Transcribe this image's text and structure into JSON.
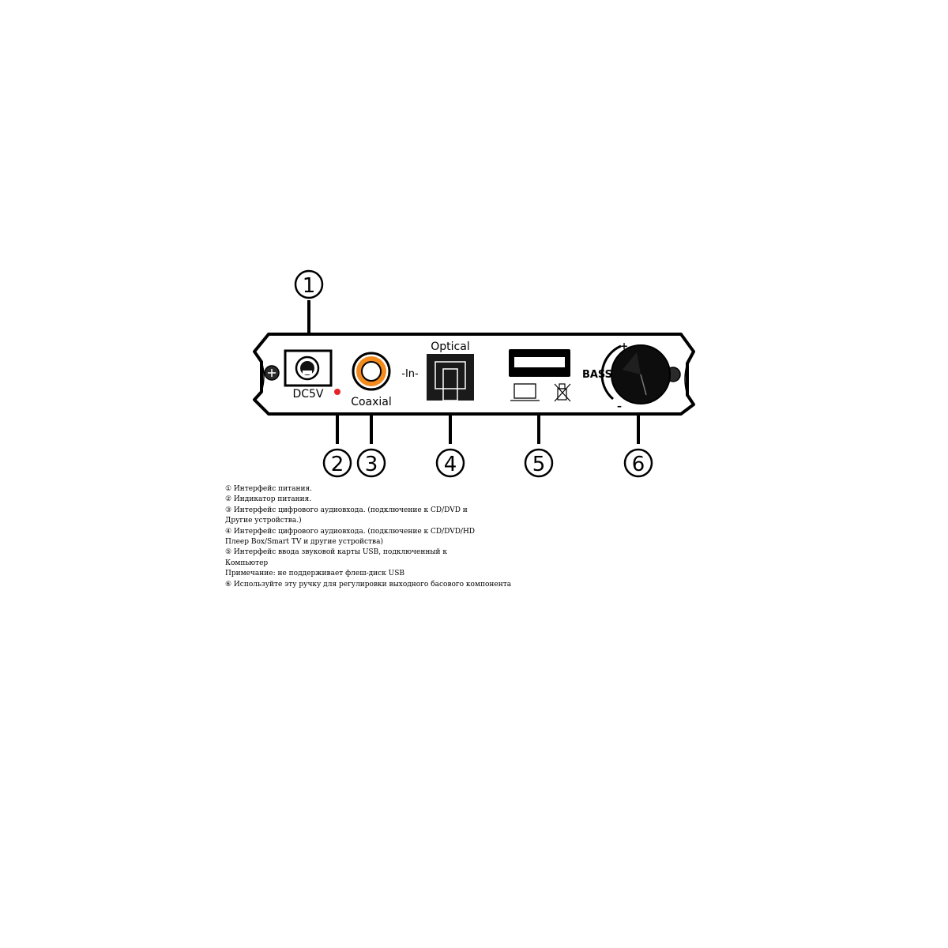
{
  "colors": {
    "outline": "#000000",
    "panel_fill": "#ffffff",
    "coaxial_ring": "#f28a1e",
    "led": "#e5232b",
    "optical_port": "#1a1a1a",
    "knob": "#0d0d0d"
  },
  "callouts": [
    {
      "number": "1",
      "target": "dc-power-jack"
    },
    {
      "number": "2",
      "target": "power-led"
    },
    {
      "number": "3",
      "target": "coaxial-input"
    },
    {
      "number": "4",
      "target": "optical-input"
    },
    {
      "number": "5",
      "target": "usb-port"
    },
    {
      "number": "6",
      "target": "bass-knob"
    }
  ],
  "panel_labels": {
    "dc": "DC5V",
    "coaxial": "Coaxial",
    "input": "-In-",
    "optical": "Optical",
    "bass": "BASS",
    "plus": "+",
    "minus": "–"
  },
  "icons": {
    "screw": "screw-icon",
    "computer": "laptop-icon",
    "no_usb_drive": "crossed-usb-drive-icon"
  },
  "notes": [
    "① Интерфейс питания.",
    "② Индикатор питания.",
    "③ Интерфейс цифрового аудиовхода. (подключение к CD/DVD и",
    "Другие устройства.)",
    "④ Интерфейс цифрового аудиовхода. (подключение к CD/DVD/HD",
    "Плеер Box/Smart TV и другие устройства)",
    "⑤ Интерфейс ввода звуковой карты USB, подключенный к",
    "Компьютер",
    "Примечание: не поддерживает флеш-диск USB",
    "⑥ Используйте эту ручку для регулировки выходного басового компонента"
  ]
}
